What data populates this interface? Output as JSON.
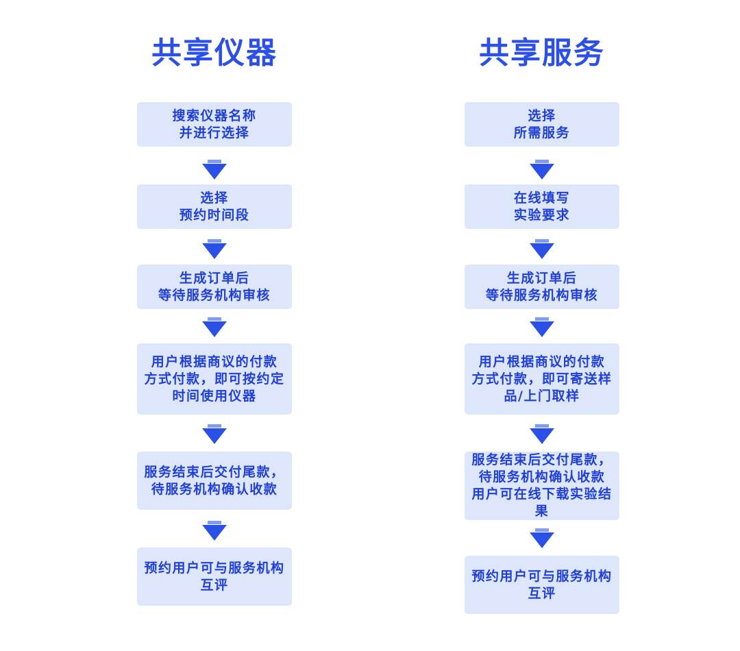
{
  "colors": {
    "accent": "#2b50e8",
    "box_fill": "#dde6fb",
    "box_text": "#1f3fd6"
  },
  "columns": [
    {
      "title": "共享仪器",
      "steps": [
        "搜索仪器名称\n并进行选择",
        "选择\n预约时间段",
        "生成订单后\n等待服务机构审核",
        "用户根据商议的付款\n方式付款，即可按约定\n时间使用仪器",
        "服务结束后交付尾款，\n待服务机构确认收款",
        "预约用户可与服务机构\n互评"
      ]
    },
    {
      "title": "共享服务",
      "steps": [
        "选择\n所需服务",
        "在线填写\n实验要求",
        "生成订单后\n等待服务机构审核",
        "用户根据商议的付款\n方式付款，即可寄送样\n品/上门取样",
        "服务结束后交付尾款，\n待服务机构确认收款\n用户可在线下载实验结果",
        "预约用户可与服务机构\n互评"
      ]
    }
  ]
}
